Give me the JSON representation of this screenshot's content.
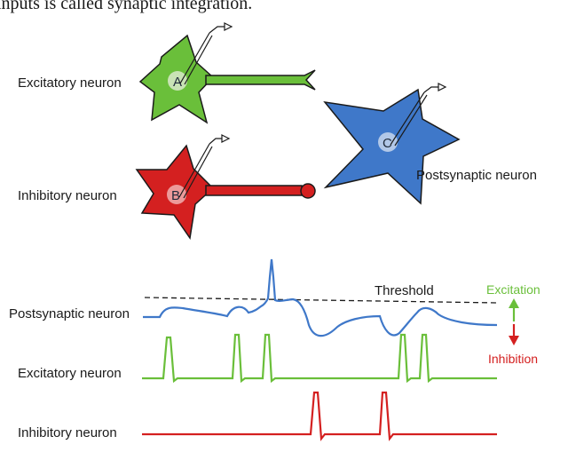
{
  "caption": "inputs is called synaptic integration.",
  "neurons": {
    "excitatory": {
      "label": "Excitatory neuron",
      "marker": "A",
      "color": "#6abf3a"
    },
    "inhibitory": {
      "label": "Inhibitory neuron",
      "marker": "B",
      "color": "#d42020"
    },
    "postsynaptic": {
      "label": "Postsynaptic neuron",
      "marker": "C",
      "color": "#3f78c9"
    }
  },
  "traces": {
    "postsynaptic_label": "Postsynaptic neuron",
    "excitatory_label": "Excitatory neuron",
    "inhibitory_label": "Inhibitory neuron",
    "threshold_label": "Threshold"
  },
  "legend": {
    "excitation": "Excitation",
    "inhibition": "Inhibition",
    "excitation_color": "#6abf3a",
    "inhibition_color": "#d42020"
  }
}
